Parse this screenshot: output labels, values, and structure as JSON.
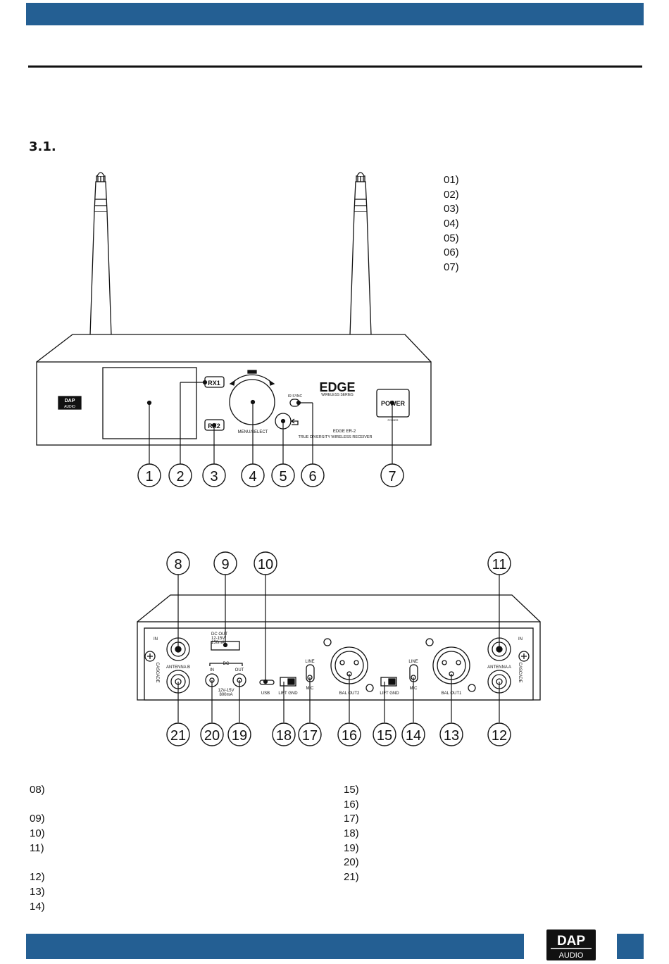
{
  "section": {
    "number": "3.1."
  },
  "front_list": [
    "01)",
    "02)",
    "03)",
    "04)",
    "05)",
    "06)",
    "07)"
  ],
  "rear_list_left": [
    "08)",
    "",
    "09)",
    "10)",
    "11)",
    "",
    "12)",
    "13)",
    "14)"
  ],
  "rear_list_right": [
    "15)",
    "16)",
    "17)",
    "18)",
    "19)",
    "20)",
    "21)"
  ],
  "front_panel": {
    "rx1": "RX1",
    "rx2": "RX2",
    "menu_select": "MENU/SELECT",
    "ir_sync": "IR SYNC",
    "brand_title": "EDGE",
    "brand_subtitle": "WIRELESS SERIES",
    "model": "EDGE ER-2",
    "model_desc": "TRUE DIVERSITY WIRELESS RECEIVER",
    "power_button": "POWER",
    "power_caption": "POWER",
    "logo_top": "DAP",
    "logo_bottom": "AUDIO",
    "callouts": [
      "1",
      "2",
      "3",
      "4",
      "5",
      "6",
      "7"
    ]
  },
  "rear_panel": {
    "in_left": "IN",
    "in_right": "IN",
    "dc_out": "DC OUT",
    "dc_out_spec1": "12-15V/",
    "dc_out_spec2": "150mA",
    "antenna_b": "ANTENNA B",
    "antenna_a": "ANTENNA A",
    "cascade_left": "CASCADE",
    "cascade_right": "CASCADE",
    "dc": "DC",
    "dc_in": "IN",
    "dc_outlabel": "OUT",
    "dc_spec1": "12V-15V",
    "dc_spec2": "800mA",
    "usb": "USB",
    "lift_gnd_1": "LIFT GND",
    "lift_gnd_2": "LIFT GND",
    "line_1": "LINE",
    "mic_1": "MIC",
    "line_2": "LINE",
    "mic_2": "MIC",
    "bal_out2": "BAL OUT2",
    "bal_out1": "BAL OUT1",
    "top_callouts": [
      "8",
      "9",
      "10",
      "11"
    ],
    "bottom_callouts": [
      "21",
      "20",
      "19",
      "18",
      "17",
      "16",
      "15",
      "14",
      "13",
      "12"
    ]
  },
  "footer_logo": {
    "top": "DAP",
    "bottom": "AUDIO"
  }
}
